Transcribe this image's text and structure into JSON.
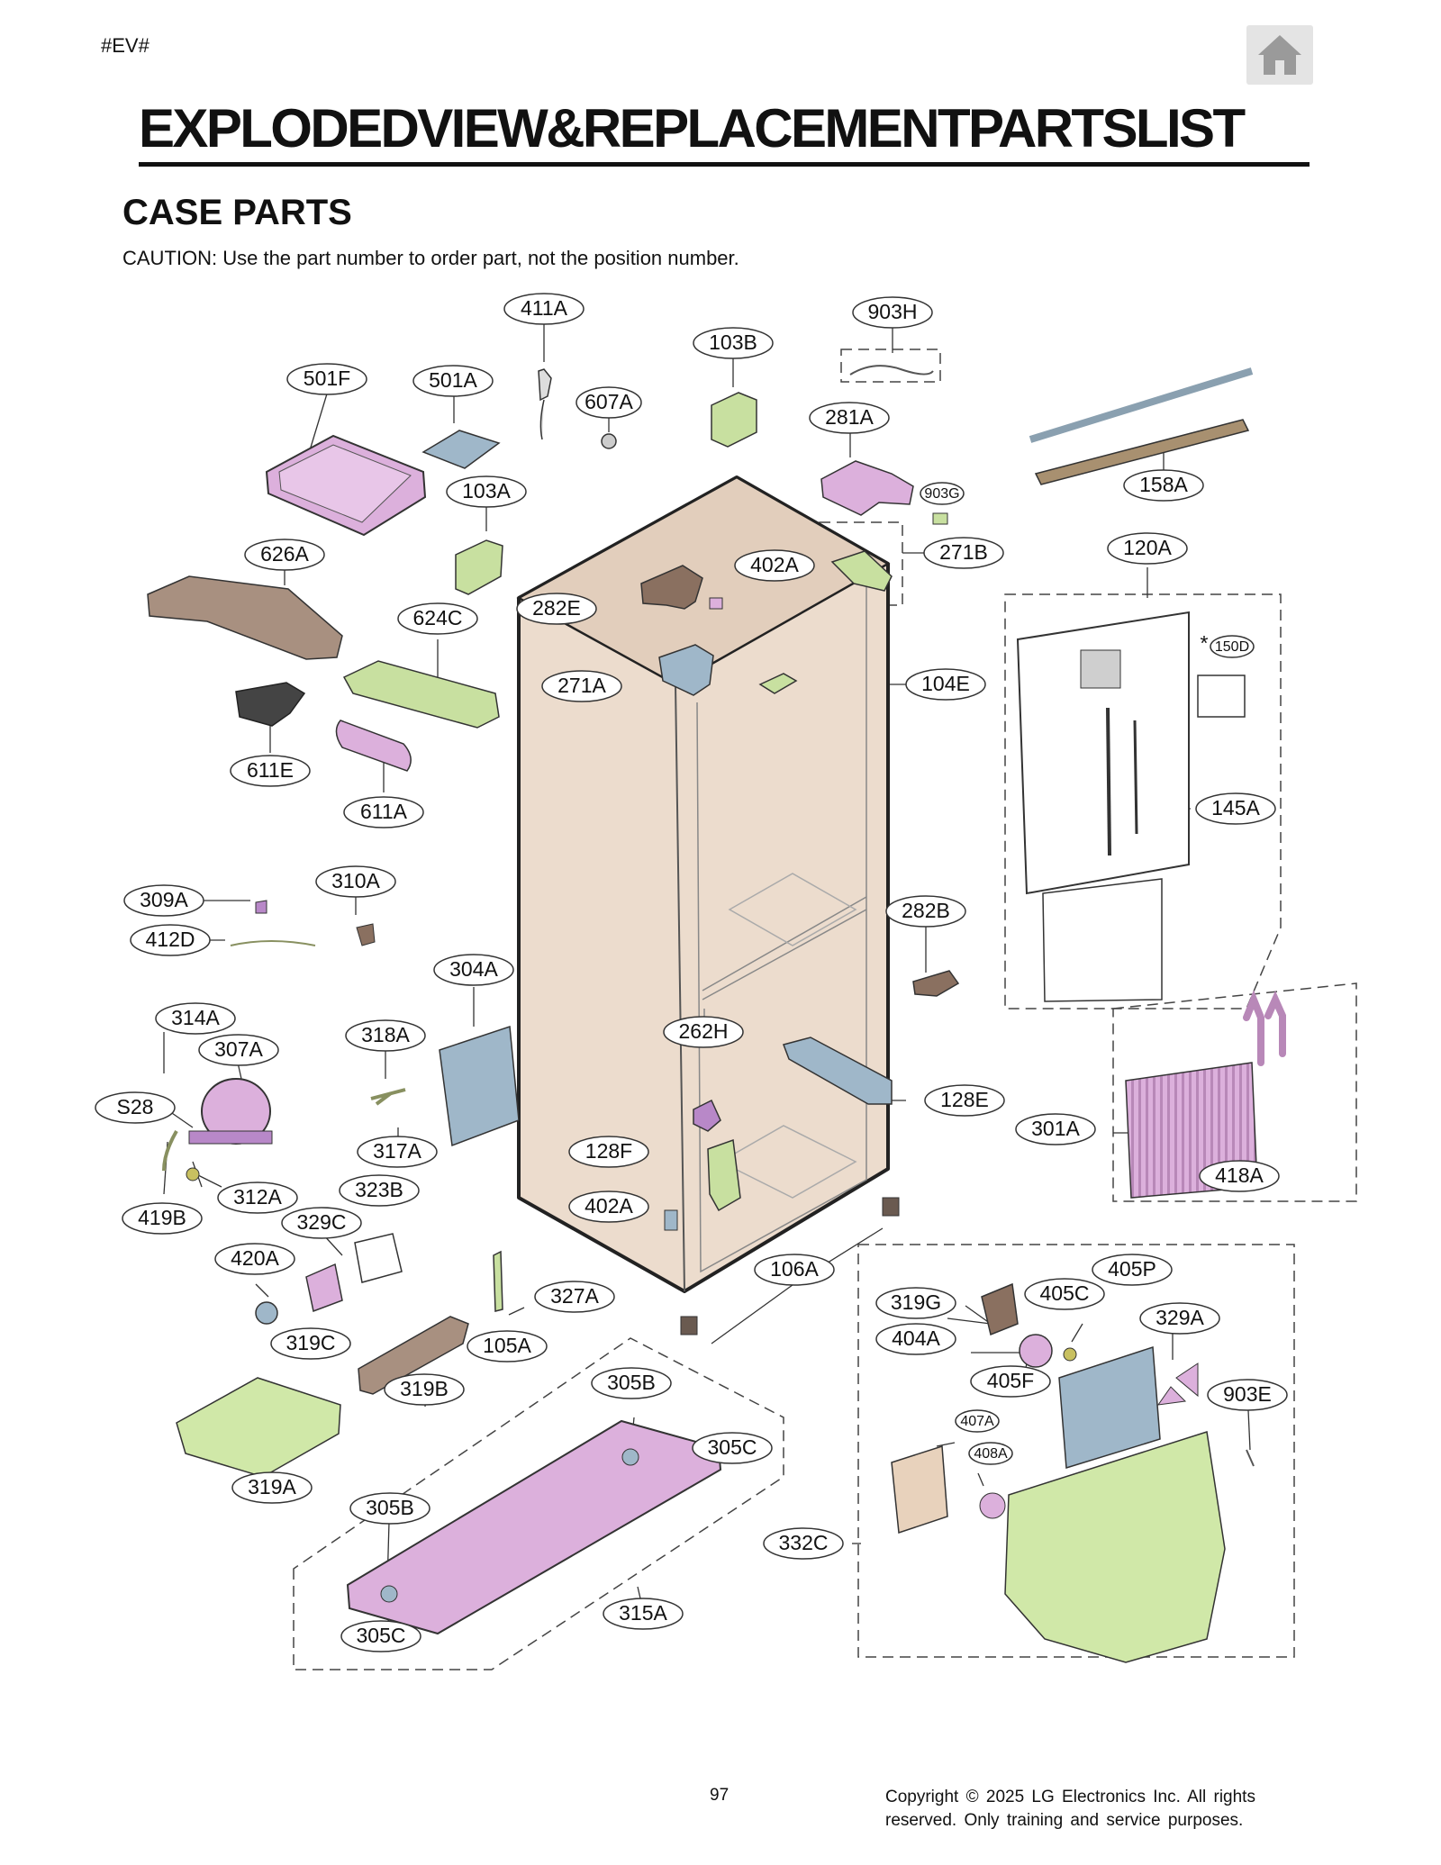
{
  "page": {
    "tag": "#EV#",
    "title": "EXPLODEDVIEW&REPLACEMENTPARTSLIST",
    "section": "CASE PARTS",
    "caution": "CAUTION: Use the part number to order part, not the position number.",
    "page_number": "97",
    "copyright": "Copyright © 2025 LG Electronics Inc. All rights reserved. Only training and service purposes."
  },
  "icons": {
    "home": "home-icon"
  },
  "colors": {
    "cabinet": "#ecdccd",
    "pink": "#dcb0dc",
    "green": "#c8e0a0",
    "blue_gray": "#9fb7c9",
    "brown": "#8a7060"
  },
  "asterisk": "*",
  "labels": {
    "l411A": "411A",
    "l903H": "903H",
    "l103B": "103B",
    "l501F": "501F",
    "l501A": "501A",
    "l607A": "607A",
    "l281A": "281A",
    "l903G": "903G",
    "l158A": "158A",
    "l103A": "103A",
    "l626A": "626A",
    "l402A_top": "402A",
    "l271B": "271B",
    "l120A": "120A",
    "l282E": "282E",
    "l624C": "624C",
    "l150D": "150D",
    "l271A": "271A",
    "l104E": "104E",
    "l611E": "611E",
    "l611A": "611A",
    "l145A": "145A",
    "l310A": "310A",
    "l309A": "309A",
    "l412D": "412D",
    "l282B": "282B",
    "l304A": "304A",
    "l314A": "314A",
    "l262H": "262H",
    "l307A": "307A",
    "l318A": "318A",
    "l128E": "128E",
    "l S28": "S28",
    "lS28": "S28",
    "l301A": "301A",
    "l317A": "317A",
    "l128F": "128F",
    "l418A": "418A",
    "l312A": "312A",
    "l323B": "323B",
    "l419B": "419B",
    "l402A_bot": "402A",
    "l329C": "329C",
    "l420A": "420A",
    "l106A": "106A",
    "l405P": "405P",
    "l327A": "327A",
    "l319G": "319G",
    "l405C": "405C",
    "l319C": "319C",
    "l105A": "105A",
    "l329A": "329A",
    "l404A": "404A",
    "l305B_top": "305B",
    "l405F": "405F",
    "l319B": "319B",
    "l903E": "903E",
    "l407A": "407A",
    "l305C_top": "305C",
    "l408A": "408A",
    "l319A": "319A",
    "l305B_bot": "305B",
    "l332C": "332C",
    "l315A": "315A",
    "l305C_bot": "305C"
  }
}
